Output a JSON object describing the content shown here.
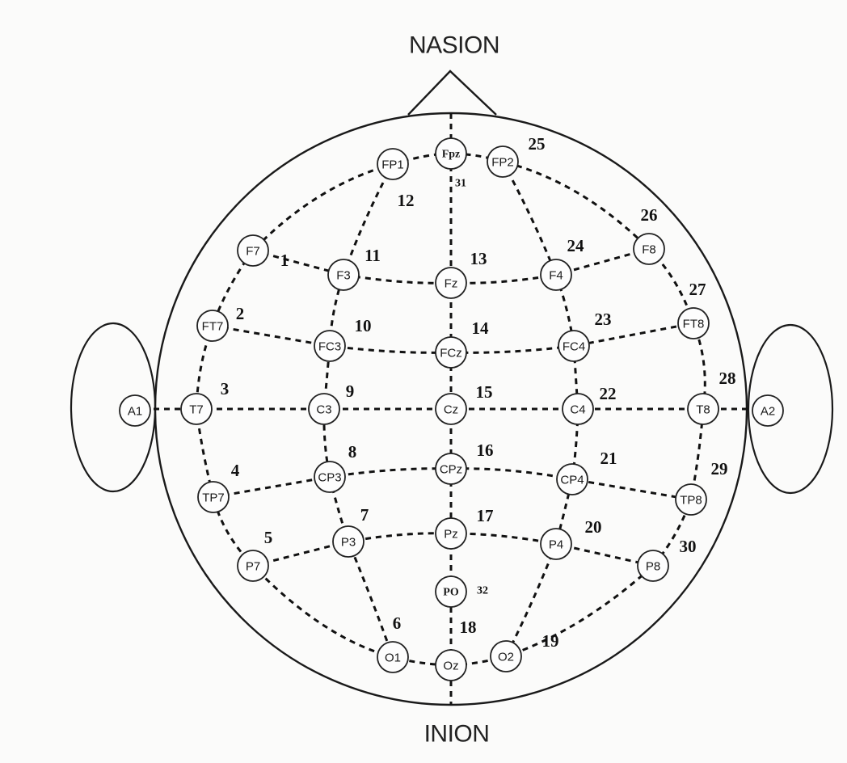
{
  "landmarks": {
    "nasion": "NASION",
    "inion": "INION"
  },
  "electrodes": [
    {
      "id": "fpz",
      "label": "Fpz",
      "number": "31"
    },
    {
      "id": "fp1",
      "label": "FP1",
      "number": "12"
    },
    {
      "id": "fp2",
      "label": "FP2",
      "number": "25"
    },
    {
      "id": "f7",
      "label": "F7",
      "number": "1"
    },
    {
      "id": "f3",
      "label": "F3",
      "number": "11"
    },
    {
      "id": "fz",
      "label": "Fz",
      "number": "13"
    },
    {
      "id": "f4",
      "label": "F4",
      "number": "24"
    },
    {
      "id": "f8",
      "label": "F8",
      "number": "26"
    },
    {
      "id": "ft7",
      "label": "FT7",
      "number": "2"
    },
    {
      "id": "fc3",
      "label": "FC3",
      "number": "10"
    },
    {
      "id": "fcz",
      "label": "FCz",
      "number": "14"
    },
    {
      "id": "fc4",
      "label": "FC4",
      "number": "23"
    },
    {
      "id": "ft8",
      "label": "FT8",
      "number": "27"
    },
    {
      "id": "a1",
      "label": "A1",
      "number": ""
    },
    {
      "id": "t7",
      "label": "T7",
      "number": "3"
    },
    {
      "id": "c3",
      "label": "C3",
      "number": "9"
    },
    {
      "id": "cz",
      "label": "Cz",
      "number": "15"
    },
    {
      "id": "c4",
      "label": "C4",
      "number": "22"
    },
    {
      "id": "t8",
      "label": "T8",
      "number": "28"
    },
    {
      "id": "a2",
      "label": "A2",
      "number": ""
    },
    {
      "id": "tp7",
      "label": "TP7",
      "number": "4"
    },
    {
      "id": "cp3",
      "label": "CP3",
      "number": "8"
    },
    {
      "id": "cpz",
      "label": "CPz",
      "number": "16"
    },
    {
      "id": "cp4",
      "label": "CP4",
      "number": "21"
    },
    {
      "id": "tp8",
      "label": "TP8",
      "number": "29"
    },
    {
      "id": "p7",
      "label": "P7",
      "number": "5"
    },
    {
      "id": "p3",
      "label": "P3",
      "number": "7"
    },
    {
      "id": "pz",
      "label": "Pz",
      "number": "17"
    },
    {
      "id": "p4",
      "label": "P4",
      "number": "20"
    },
    {
      "id": "p8",
      "label": "P8",
      "number": "30"
    },
    {
      "id": "po",
      "label": "PO",
      "number": "32"
    },
    {
      "id": "o1",
      "label": "O1",
      "number": "6"
    },
    {
      "id": "oz",
      "label": "Oz",
      "number": "18"
    },
    {
      "id": "o2",
      "label": "O2",
      "number": "19"
    }
  ]
}
